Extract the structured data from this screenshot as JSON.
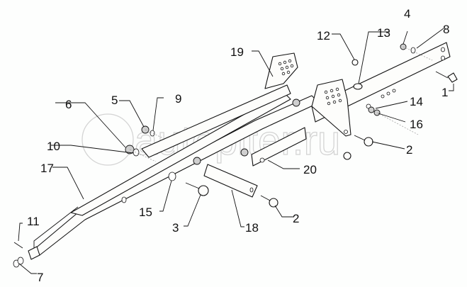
{
  "diagram": {
    "type": "exploded parts diagram",
    "watermark": "autopiter.ru",
    "callouts": [
      {
        "id": "c1",
        "label": "1"
      },
      {
        "id": "c2a",
        "label": "2"
      },
      {
        "id": "c2b",
        "label": "2"
      },
      {
        "id": "c3",
        "label": "3"
      },
      {
        "id": "c4",
        "label": "4"
      },
      {
        "id": "c5",
        "label": "5"
      },
      {
        "id": "c6",
        "label": "6"
      },
      {
        "id": "c7",
        "label": "7"
      },
      {
        "id": "c8",
        "label": "8"
      },
      {
        "id": "c9",
        "label": "9"
      },
      {
        "id": "c10",
        "label": "10"
      },
      {
        "id": "c11",
        "label": "11"
      },
      {
        "id": "c12",
        "label": "12"
      },
      {
        "id": "c13",
        "label": "13"
      },
      {
        "id": "c14",
        "label": "14"
      },
      {
        "id": "c15",
        "label": "15"
      },
      {
        "id": "c16",
        "label": "16"
      },
      {
        "id": "c17",
        "label": "17"
      },
      {
        "id": "c18",
        "label": "18"
      },
      {
        "id": "c19",
        "label": "19"
      },
      {
        "id": "c20",
        "label": "20"
      }
    ]
  }
}
